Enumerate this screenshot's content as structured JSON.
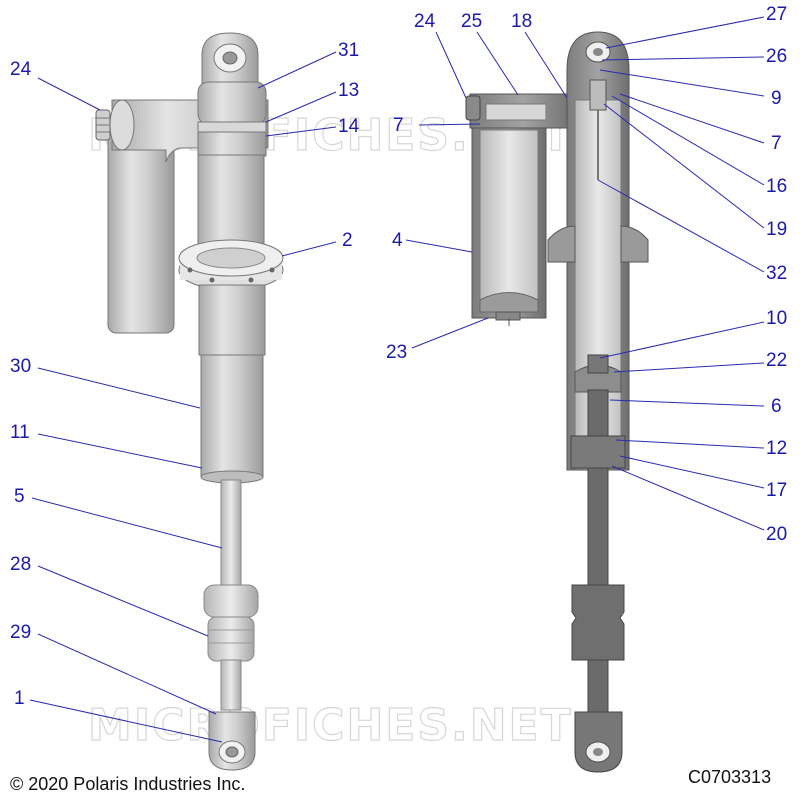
{
  "watermark": "MICROFICHES.NET",
  "copyright": "© 2020 Polaris Industries Inc.",
  "figure_id": "C0703313",
  "callouts": [
    {
      "id": "c24a",
      "text": "24"
    },
    {
      "id": "c31",
      "text": "31"
    },
    {
      "id": "c13",
      "text": "13"
    },
    {
      "id": "c14",
      "text": "14"
    },
    {
      "id": "c2",
      "text": "2"
    },
    {
      "id": "c30",
      "text": "30"
    },
    {
      "id": "c11",
      "text": "11"
    },
    {
      "id": "c5",
      "text": "5"
    },
    {
      "id": "c28",
      "text": "28"
    },
    {
      "id": "c29",
      "text": "29"
    },
    {
      "id": "c1",
      "text": "1"
    },
    {
      "id": "c24b",
      "text": "24"
    },
    {
      "id": "c25",
      "text": "25"
    },
    {
      "id": "c18",
      "text": "18"
    },
    {
      "id": "c27",
      "text": "27"
    },
    {
      "id": "c26",
      "text": "26"
    },
    {
      "id": "c9",
      "text": "9"
    },
    {
      "id": "c7a",
      "text": "7"
    },
    {
      "id": "c7b",
      "text": "7"
    },
    {
      "id": "c16",
      "text": "16"
    },
    {
      "id": "c19",
      "text": "19"
    },
    {
      "id": "c32",
      "text": "32"
    },
    {
      "id": "c4",
      "text": "4"
    },
    {
      "id": "c23",
      "text": "23"
    },
    {
      "id": "c10",
      "text": "10"
    },
    {
      "id": "c22",
      "text": "22"
    },
    {
      "id": "c6",
      "text": "6"
    },
    {
      "id": "c12",
      "text": "12"
    },
    {
      "id": "c17",
      "text": "17"
    },
    {
      "id": "c20",
      "text": "20"
    }
  ]
}
